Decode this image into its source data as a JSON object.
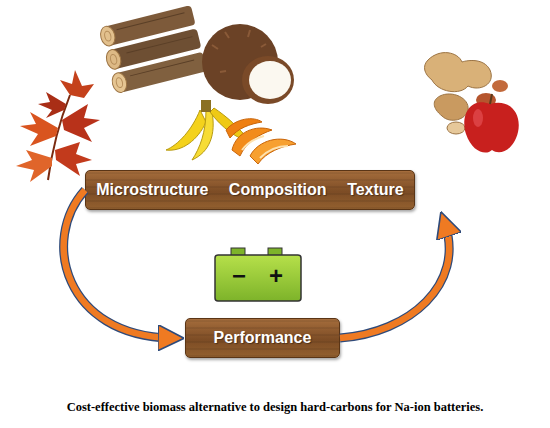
{
  "diagram": {
    "caption": "Cost-effective biomass alternative to design hard-carbons for Na-ion batteries.",
    "nodes": [
      {
        "text": [
          "Microstructure",
          "Composition",
          "Texture"
        ]
      },
      {
        "text": [
          "Performance"
        ]
      }
    ],
    "edges": [
      {
        "from": 0,
        "to": 1,
        "arrow": "to"
      },
      {
        "from": 1,
        "to": 0,
        "arrow": "to"
      }
    ],
    "labels": [
      "−",
      "+"
    ]
  }
}
